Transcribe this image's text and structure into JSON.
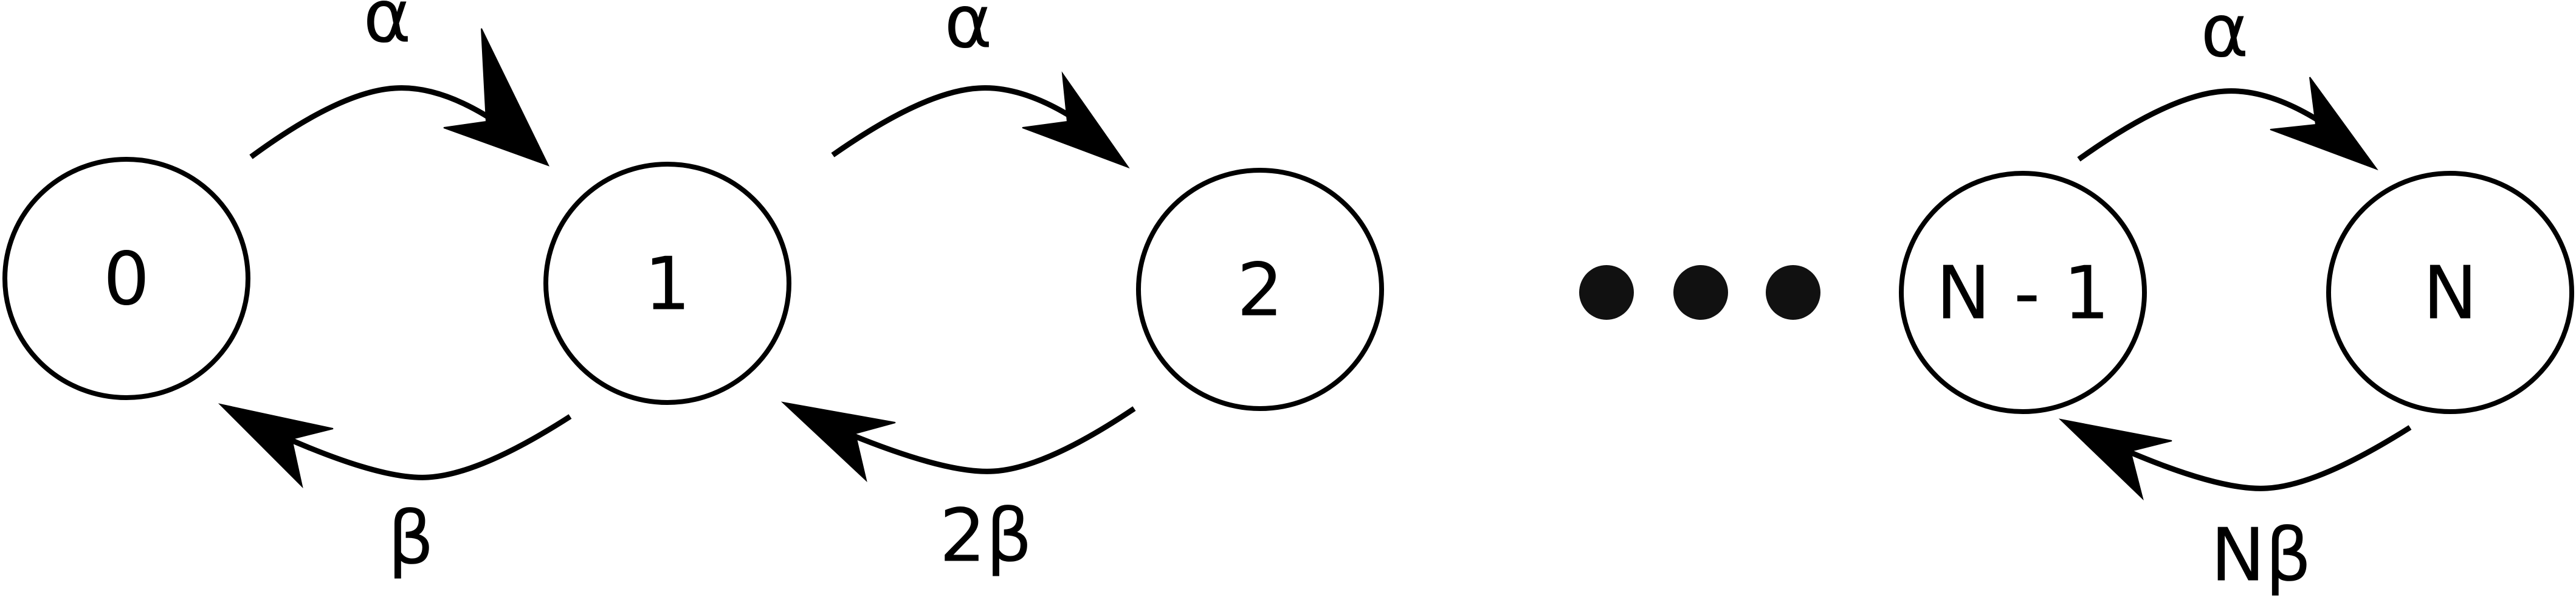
{
  "states": [
    {
      "id": "s0",
      "label": "0"
    },
    {
      "id": "s1",
      "label": "1"
    },
    {
      "id": "s2",
      "label": "2"
    },
    {
      "id": "sN1",
      "label": "N - 1"
    },
    {
      "id": "sN",
      "label": "N"
    }
  ],
  "transitions": {
    "forward": [
      {
        "from": "0",
        "to": "1",
        "rate": "α"
      },
      {
        "from": "1",
        "to": "2",
        "rate": "α"
      },
      {
        "from": "N - 1",
        "to": "N",
        "rate": "α"
      }
    ],
    "backward": [
      {
        "from": "1",
        "to": "0",
        "rate": "β"
      },
      {
        "from": "2",
        "to": "1",
        "rate": "2β"
      },
      {
        "from": "N",
        "to": "N - 1",
        "rate": "Nβ"
      }
    ]
  },
  "ellipsis": {
    "dots": 3
  },
  "colors": {
    "stroke": "#000000",
    "background": "#ffffff",
    "dot": "#111111"
  }
}
